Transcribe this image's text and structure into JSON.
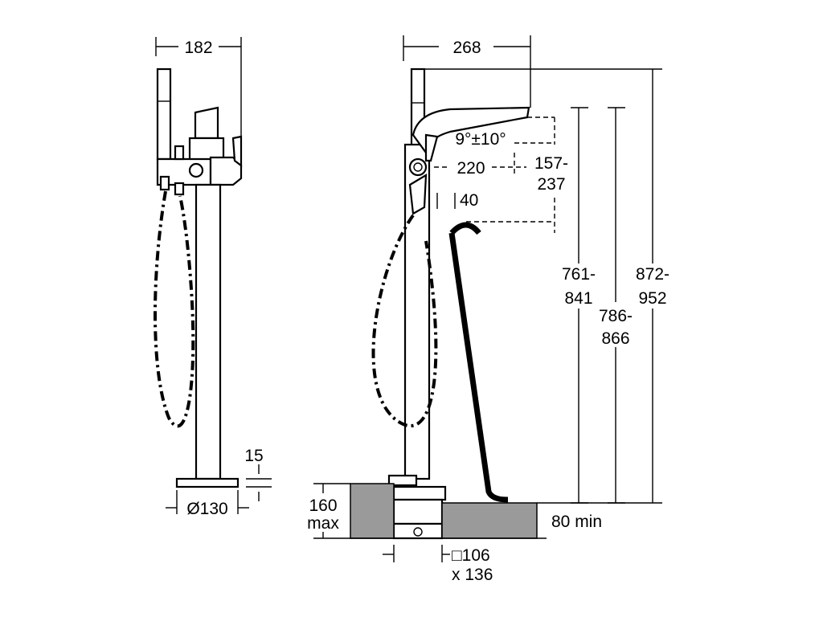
{
  "side_view": {
    "width_label": "182",
    "base_diameter_label": "Ø130",
    "base_height_label": "15"
  },
  "front_view": {
    "width_label": "268",
    "tilt_label": "9°±10°",
    "reach_label": "220",
    "handle_offset_label": "40",
    "spout_height_label_top": "157-",
    "spout_height_label_bottom": "237",
    "h1_label_top": "761-",
    "h1_label_bottom": "841",
    "h2_label_top": "786-",
    "h2_label_bottom": "866",
    "h3_label_top": "872-",
    "h3_label_bottom": "952",
    "recess_label_top": "160",
    "recess_label_bottom": "max",
    "floor_label": "80 min",
    "box_label_top": "□106",
    "box_label_bottom": "x 136"
  }
}
